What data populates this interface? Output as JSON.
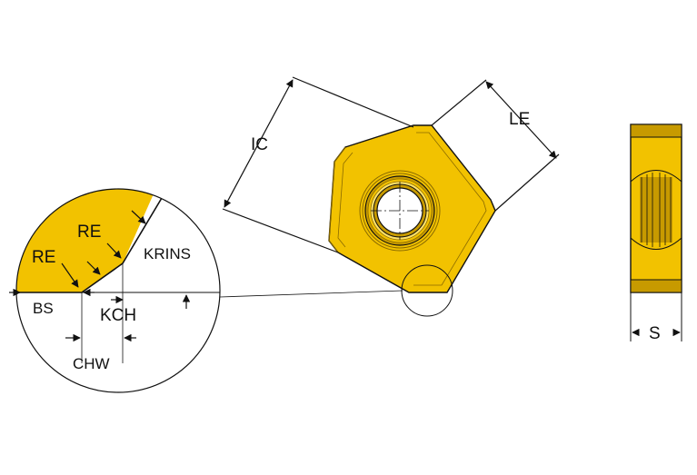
{
  "colors": {
    "insert_fill": "#f2c200",
    "insert_dark": "#c79a00",
    "insert_light": "#ffe36a",
    "outline": "#111111",
    "background": "#ffffff"
  },
  "labels": {
    "ic": "IC",
    "le": "LE",
    "s": "S",
    "re_1": "RE",
    "re_2": "RE",
    "krins": "KRINS",
    "bs": "BS",
    "kch": "KCH",
    "chw": "CHW"
  }
}
